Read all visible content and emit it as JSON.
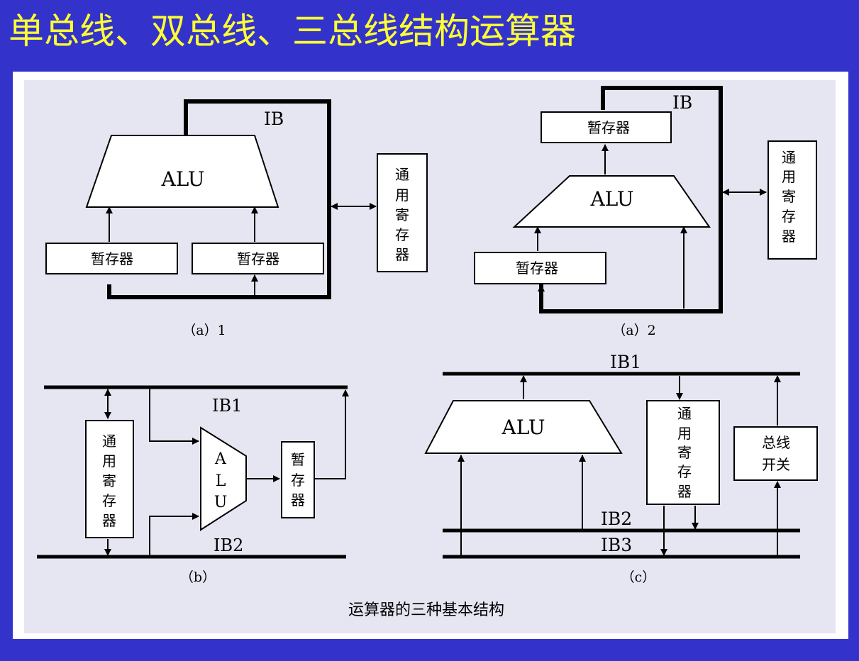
{
  "slide": {
    "title": "单总线、双总线、三总线结构运算器"
  },
  "figure": {
    "caption": "运算器的三种基本结构",
    "a1": {
      "subcaption": "（a）1",
      "alu": "ALU",
      "bus": "IB",
      "temp_left": "暂存器",
      "temp_right": "暂存器",
      "gpr_lines": [
        "通",
        "用",
        "寄",
        "存",
        "器"
      ]
    },
    "a2": {
      "subcaption": "（a）2",
      "alu": "ALU",
      "bus": "IB",
      "temp_top": "暂存器",
      "temp_bottom": "暂存器",
      "gpr_lines": [
        "通",
        "用",
        "寄",
        "存",
        "器"
      ]
    },
    "b": {
      "subcaption": "（b）",
      "bus1": "IB1",
      "bus2": "IB2",
      "alu_lines": [
        "A",
        "L",
        "U"
      ],
      "gpr_lines": [
        "通",
        "用",
        "寄",
        "存",
        "器"
      ],
      "temp_lines": [
        "暂",
        "存",
        "器"
      ]
    },
    "c": {
      "subcaption": "（c）",
      "bus1": "IB1",
      "bus2": "IB2",
      "bus3": "IB3",
      "alu": "ALU",
      "gpr_lines": [
        "通",
        "用",
        "寄",
        "存",
        "器"
      ],
      "switch_lines": [
        "总线",
        "开关"
      ]
    }
  }
}
